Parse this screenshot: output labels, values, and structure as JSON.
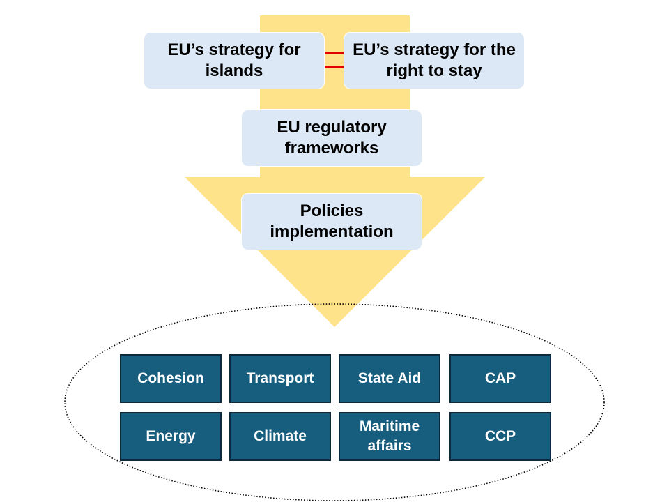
{
  "diagram": {
    "colors": {
      "arrow_fill": "#ffe38a",
      "stage_box_fill": "#dce8f5",
      "tile_fill": "#165d7e",
      "tile_border": "#0c2a3c",
      "link_arrow": "#e00000",
      "ellipse_stroke": "#000000"
    },
    "stages": {
      "islands": "EU’s strategy for islands",
      "right_to_stay": "EU’s strategy for the right to stay",
      "regulatory": "EU regulatory frameworks",
      "implementation": "Policies implementation"
    },
    "policies": [
      "Cohesion",
      "Transport",
      "State Aid",
      "CAP",
      "Energy",
      "Climate",
      "Maritime affairs",
      "CCP"
    ]
  }
}
